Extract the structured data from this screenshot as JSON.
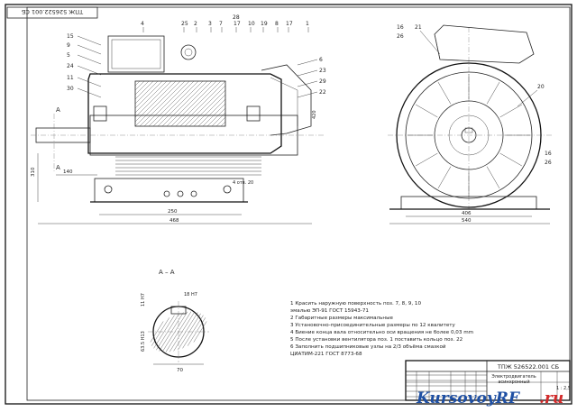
{
  "stamp_top_left": "ТПЖ 526522.001 СБ",
  "side_view": {
    "callouts_top": [
      "4",
      "25",
      "2",
      "3",
      "7",
      "17",
      "10",
      "19",
      "8",
      "17",
      "1"
    ],
    "callouts_top2": [
      "28"
    ],
    "callouts_left": [
      "15",
      "9",
      "5",
      "24",
      "11",
      "30"
    ],
    "callouts_right": [
      "6",
      "23",
      "29",
      "22"
    ],
    "section_label": "A",
    "dims": {
      "height_total": "310",
      "shaft_height": "140",
      "base_span": "250",
      "overall_length": "468",
      "foot_hole": "4 отв. 20",
      "shaft_right": "420"
    }
  },
  "end_view": {
    "callouts_top": [
      "16",
      "21"
    ],
    "callouts_left": [
      "26"
    ],
    "callouts_right_top": [
      "20"
    ],
    "callouts_right_bottom": [
      "16",
      "26"
    ],
    "dims": {
      "base_width": "406",
      "overall_width": "540"
    }
  },
  "section_view": {
    "title": "А – А",
    "dims": {
      "keyway_width": "18 H7",
      "key_depth": "11 H7",
      "diameter": "63.5 H13",
      "bottom": "70"
    }
  },
  "notes": [
    "1 Красить наружную поверхность поз. 7, 8, 9, 10",
    "   эмалью ЭП-91 ГОСТ 15943-71",
    "2 Габаритные размеры максимальные",
    "3 Установочно-присоединительные размеры по 12 квалитету",
    "4 Биение конца вала относительно оси вращения не более 0,03 mm",
    "5 После установки вентилятора поз. 1 поставить кольцо поз. 22",
    "6 Заполнить подшипниковые узлы на 2/3 объёма смазкой",
    "   ЦИАТИМ-221 ГОСТ 8773-68"
  ],
  "title_block": {
    "code": "ТПЖ 526522.001 СБ",
    "name_line1": "Электродвигатель",
    "name_line2": "асинхронный",
    "scale": "1 : 2,5"
  },
  "watermark": {
    "brand": "KursovoyRF",
    "tld": ".ru"
  }
}
